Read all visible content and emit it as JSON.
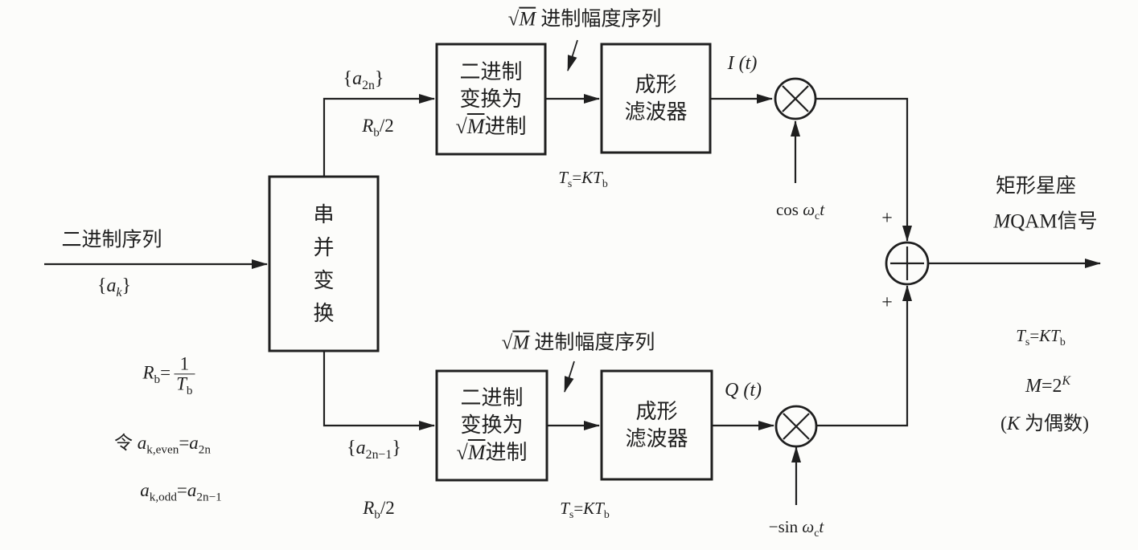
{
  "palette": {
    "ink": "#1f1f1f",
    "paper": "#fcfcfa"
  },
  "input": {
    "title": "二进制序列",
    "seq_open": "{",
    "seq_base": "a",
    "seq_sub": "k",
    "seq_close": "}"
  },
  "blocks": {
    "serial_parallel": {
      "chars": [
        "串",
        "并",
        "变",
        "换"
      ]
    },
    "bin_to_sqrtm": {
      "line1": "二进制",
      "line2": "变换为",
      "radical": "√",
      "radicand": "M",
      "line3_suffix": "进制"
    },
    "shaping_filter": {
      "line1": "成形",
      "line2": "滤波器"
    }
  },
  "branch": {
    "even_open": "{",
    "even_base": "a",
    "even_sub": "2n",
    "even_close": "}",
    "odd_open": "{",
    "odd_base": "a",
    "odd_sub": "2n−1",
    "odd_close": "}",
    "rate_base": "R",
    "rate_sub": "b",
    "rate_rest": "/2"
  },
  "annotation": {
    "radical": "√",
    "radicand": "M",
    "text": " 进制幅度序列"
  },
  "period": {
    "t": "T",
    "t_sub": "s",
    "eq": "=",
    "kt": "KT",
    "kt_sub": "b"
  },
  "signals": {
    "i": "I (t)",
    "q": "Q (t)",
    "cos_fn": "cos ",
    "cos_omega": "ω",
    "cos_sub": "c",
    "cos_var": "t",
    "sin_fn": "−sin ",
    "sin_omega": "ω",
    "sin_sub": "c",
    "sin_var": "t",
    "plus_top": "+",
    "plus_bottom": "+"
  },
  "output": {
    "line1": "矩形星座",
    "m": "M",
    "rest": "QAM信号",
    "m_base": "M",
    "m_eq": "=2",
    "m_sup": "K",
    "note_open": "(",
    "note_k": "K",
    "note_rest": " 为偶数)"
  },
  "formulas": {
    "rb_base": "R",
    "rb_sub": "b",
    "rb_eq": "=",
    "rb_num": "1",
    "rb_den": "T",
    "rb_den_sub": "b",
    "let_prefix": "令 ",
    "even_base": "a",
    "even_sub": "k,even",
    "even_eq": "=",
    "even_rhs": "a",
    "even_rhs_sub": "2n",
    "odd_base": "a",
    "odd_sub": "k,odd",
    "odd_eq": "=",
    "odd_rhs": "a",
    "odd_rhs_sub": "2n−1"
  }
}
